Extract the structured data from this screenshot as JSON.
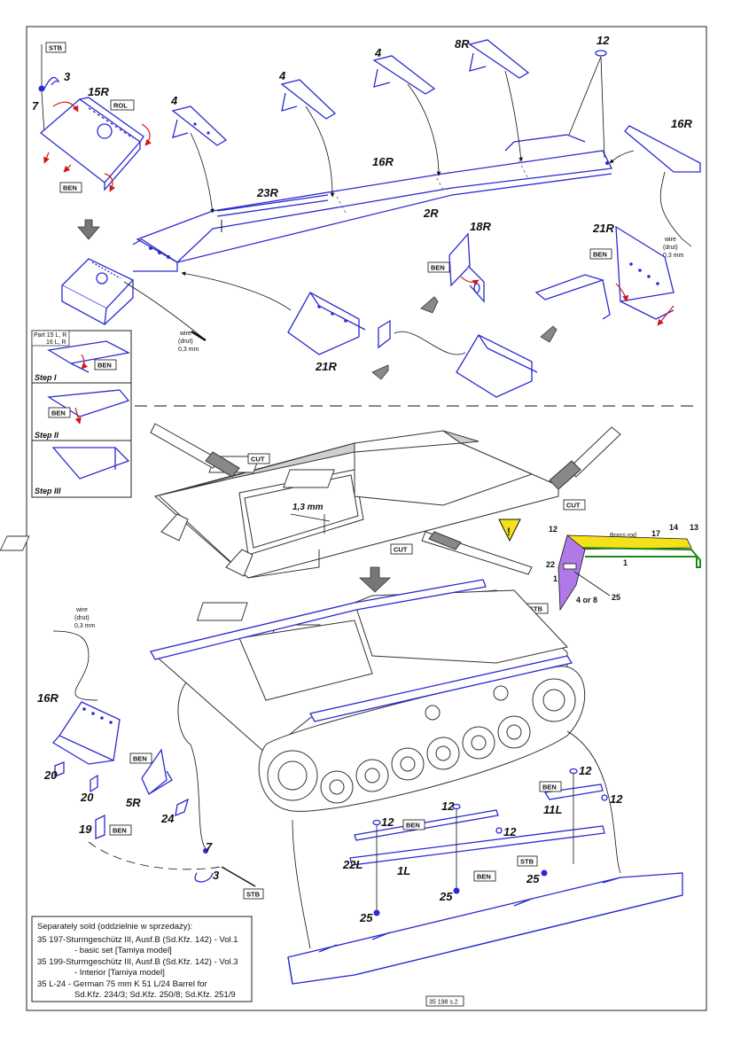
{
  "parts": {
    "p3_top": "3",
    "p7_top": "7",
    "p15R": "15R",
    "p4a": "4",
    "p4b": "4",
    "p4c": "4",
    "p8R": "8R",
    "p12_top": "12",
    "p16R_top": "16R",
    "p16R_mid": "16R",
    "p23R": "23R",
    "p2R": "2R",
    "p18R": "18R",
    "p21R_right": "21R",
    "p21R_bot": "21R",
    "p16R_low": "16R",
    "p20a": "20",
    "p20b": "20",
    "p19": "19",
    "p5R": "5R",
    "p24": "24",
    "p7_low": "7",
    "p3_low": "3",
    "p12_a": "12",
    "p12_b": "12",
    "p12_c": "12",
    "p12_d": "12",
    "p12_e": "12",
    "p11L": "11L",
    "p22L": "22L",
    "p1L": "1L",
    "p25_a": "25",
    "p25_b": "25",
    "p25_c": "25"
  },
  "tags": {
    "stb": "STB",
    "rol": "ROL",
    "ben": "BEN",
    "cut": "CUT",
    "warning": "!"
  },
  "wire": {
    "line1": "wire",
    "line2": "(drut)",
    "line3": "0,3 mm"
  },
  "steps": {
    "note_line1": "Part 15 L, R",
    "note_line2": "16 L, R",
    "s1": "Step I",
    "s2": "Step II",
    "s3": "Step III"
  },
  "section": {
    "measure": "1,3 mm",
    "brass_rod": "Brass rod",
    "n12": "12",
    "n17": "17",
    "n14": "14",
    "n13": "13",
    "n1": "1",
    "n22": "22",
    "n1b": "1",
    "n25": "25",
    "n4or8": "4 or 8"
  },
  "legend": {
    "title": "Separately sold (oddzielnie w sprzedaży):",
    "l1": "35 197-Sturmgeschütz III, Ausf.B (Sd.Kfz. 142) - Vol.1",
    "l2": "- basic set  [Tamiya model]",
    "l3": "35 199-Sturmgeschütz III, Ausf.B (Sd.Kfz. 142) - Vol.3",
    "l4": "- Interior  [Tamiya model]",
    "l5": "35 L-24 - German 75 mm K 51 L/24 Barrel for",
    "l6": "Sd.Kfz. 234/3; Sd.Kfz. 250/8; Sd.Kfz. 251/9"
  },
  "page_number": "35 198 s.2",
  "colors": {
    "part_blue": "#2a2ad0",
    "warning_yellow": "#f5e11a",
    "purple": "#b07ae6",
    "green": "#1a8a1a",
    "grey": "#c8c8c8"
  }
}
